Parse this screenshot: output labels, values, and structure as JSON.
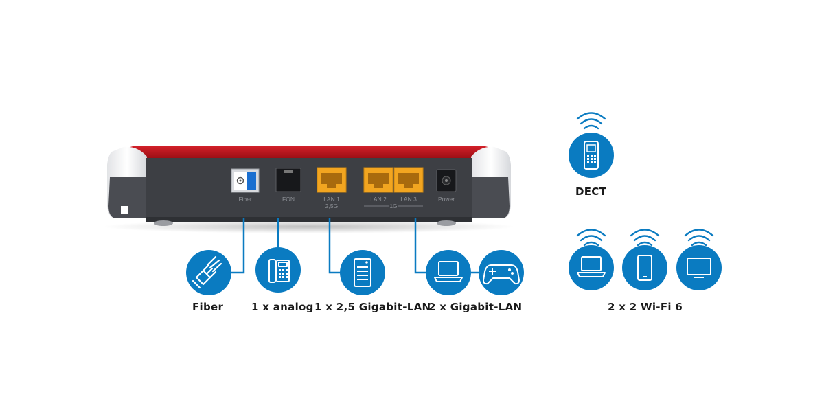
{
  "colors": {
    "accent_blue": "#0a7bc1",
    "router_red": "#c0141c",
    "router_dark": "#3d3f44",
    "lan_yellow": "#f2a520",
    "fiber_blue": "#1a6fd0"
  },
  "ports": {
    "fiber": "Fiber",
    "fon": "FON",
    "lan1": "LAN 1",
    "lan1_speed": "2,5G",
    "lan2": "LAN 2",
    "lan3": "LAN 3",
    "lan23_speed": "1G",
    "power": "Power"
  },
  "labels": {
    "fiber": "Fiber",
    "analog": "1 x analog",
    "lan25": "1 x 2,5 Gigabit-LAN",
    "gigabit": "2 x Gigabit-LAN",
    "dect": "DECT",
    "wifi": "2 x 2 Wi-Fi 6"
  },
  "icons": {
    "fiber": "fiber-cable-icon",
    "analog": "desk-phone-icon",
    "lan25": "server-tower-icon",
    "lan_laptop": "laptop-icon",
    "lan_gamepad": "gamepad-icon",
    "dect": "dect-handset-icon",
    "wifi_laptop": "laptop-icon",
    "wifi_tablet": "tablet-icon",
    "wifi_tv": "tv-icon",
    "wireless": "wifi-signal-icon"
  }
}
